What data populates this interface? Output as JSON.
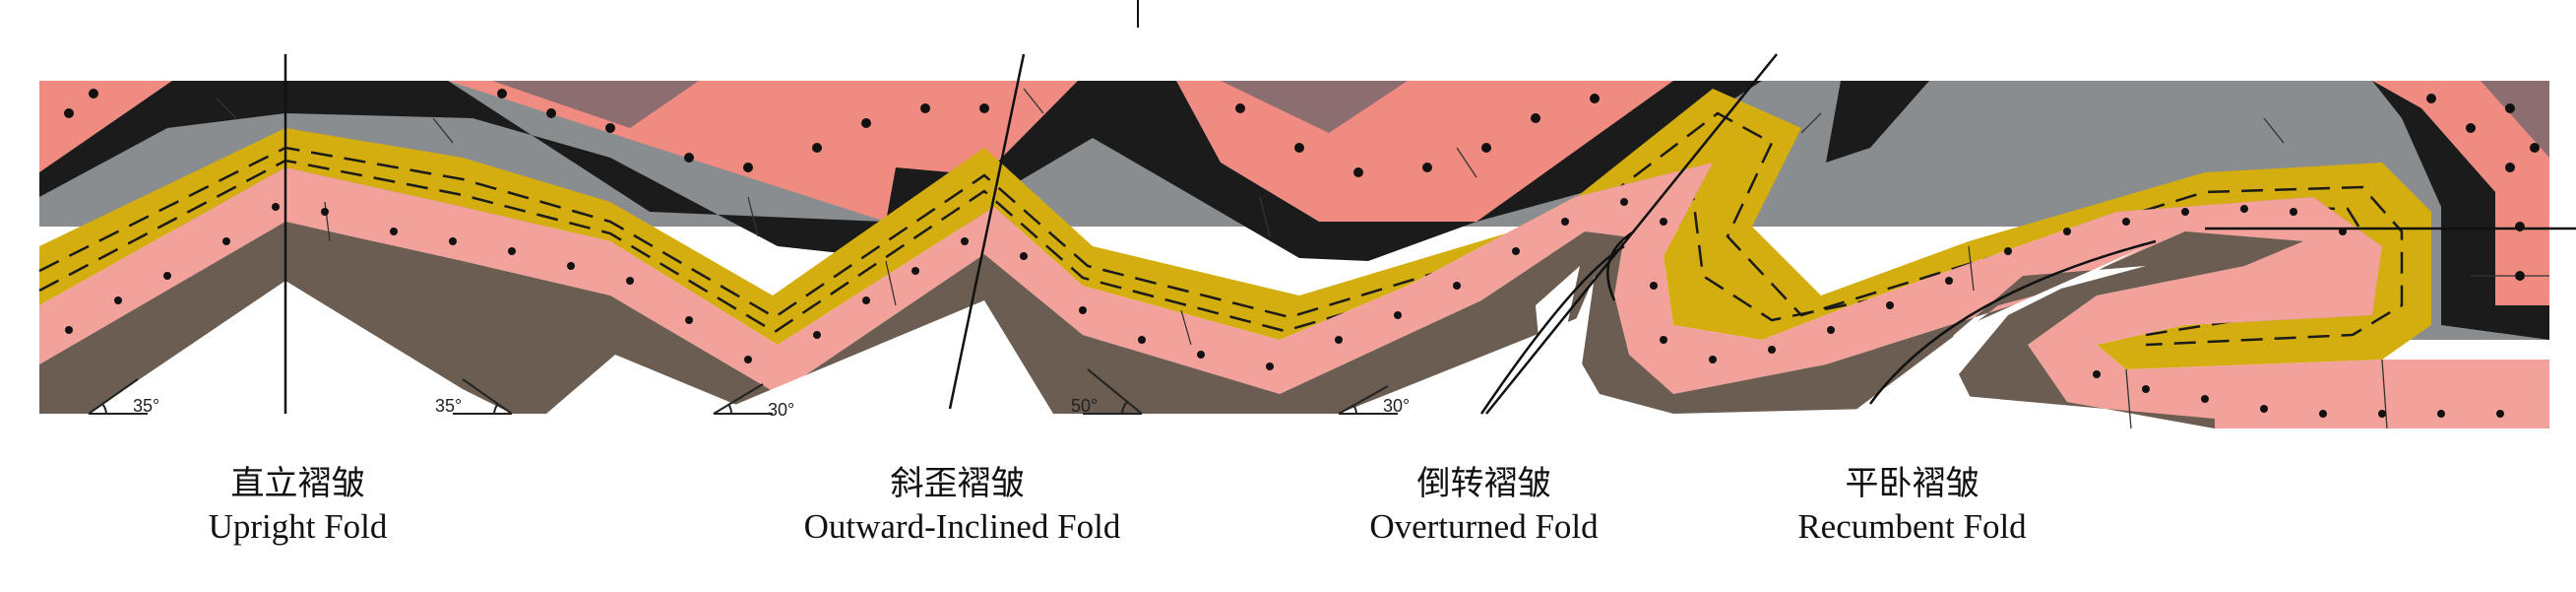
{
  "colors": {
    "background": "#ffffff",
    "gray_layer": "#8a8d90",
    "black_layer": "#1b1b1b",
    "salmon_layer": "#ef8b80",
    "mauve_core": "#8c6e70",
    "yellow_layer": "#d4ad0e",
    "pink_layer": "#f2a29b",
    "brown_layer": "#6b5d51"
  },
  "folds": [
    {
      "zh": "直立褶皱",
      "en": "Upright Fold",
      "angles": [
        "35°",
        "35°"
      ]
    },
    {
      "zh": "斜歪褶皱",
      "en": "Outward-Inclined Fold",
      "angles": [
        "30°",
        "50°"
      ]
    },
    {
      "zh": "倒转褶皱",
      "en": "Overturned Fold",
      "angles": [
        "30°"
      ]
    },
    {
      "zh": "平卧褶皱",
      "en": "Recumbent Fold",
      "angles": []
    }
  ]
}
